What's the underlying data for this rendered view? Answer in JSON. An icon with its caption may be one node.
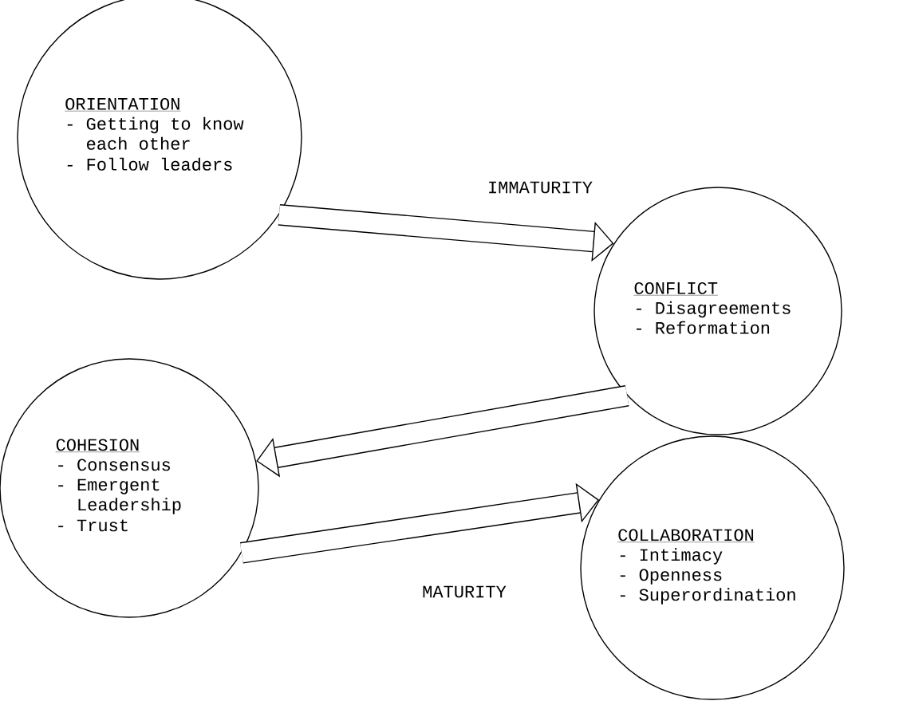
{
  "diagram": {
    "nodes": [
      {
        "text": [
          "ORIENTATION",
          "- Getting to know each other",
          "- Follow leaders"
        ]
      },
      {
        "text": [
          "CONFLICT",
          "- Disagreements",
          "- Reformation"
        ]
      },
      {
        "text": [
          "COHESION",
          "- Consensus",
          "- Emergent Leadership",
          "- Trust"
        ]
      },
      {
        "text": [
          "COLLABORATION",
          "- Intimacy",
          "- Openness",
          "- Superordination"
        ]
      }
    ],
    "edges": [
      {
        "from": 0,
        "to": 1,
        "arrow": "to",
        "label": "IMMATURITY"
      },
      {
        "from": 1,
        "to": 2,
        "arrow": "to"
      },
      {
        "from": 2,
        "to": 3,
        "arrow": "to",
        "label": "MATURITY"
      }
    ]
  }
}
